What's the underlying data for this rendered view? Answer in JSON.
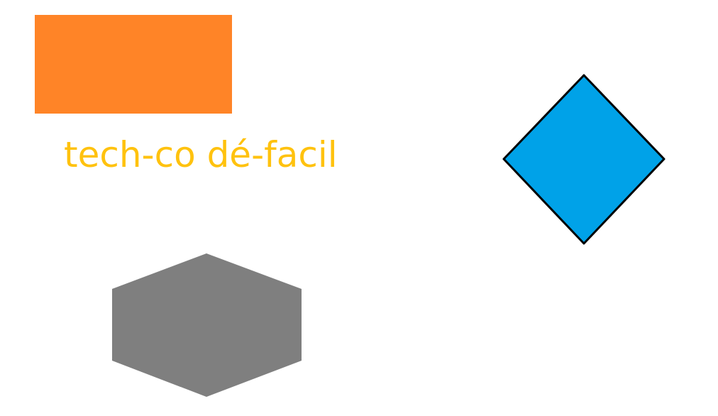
{
  "caption": {
    "text": "tech-co dé-facil",
    "color": "#FFC20E"
  },
  "shapes": {
    "rectangle": {
      "kind": "rectangle",
      "fill": "#FF8427"
    },
    "diamond": {
      "kind": "diamond",
      "fill": "#00A2E8",
      "stroke": "#000000"
    },
    "hexagon": {
      "kind": "hexagon",
      "fill": "#7F7F7F"
    }
  }
}
